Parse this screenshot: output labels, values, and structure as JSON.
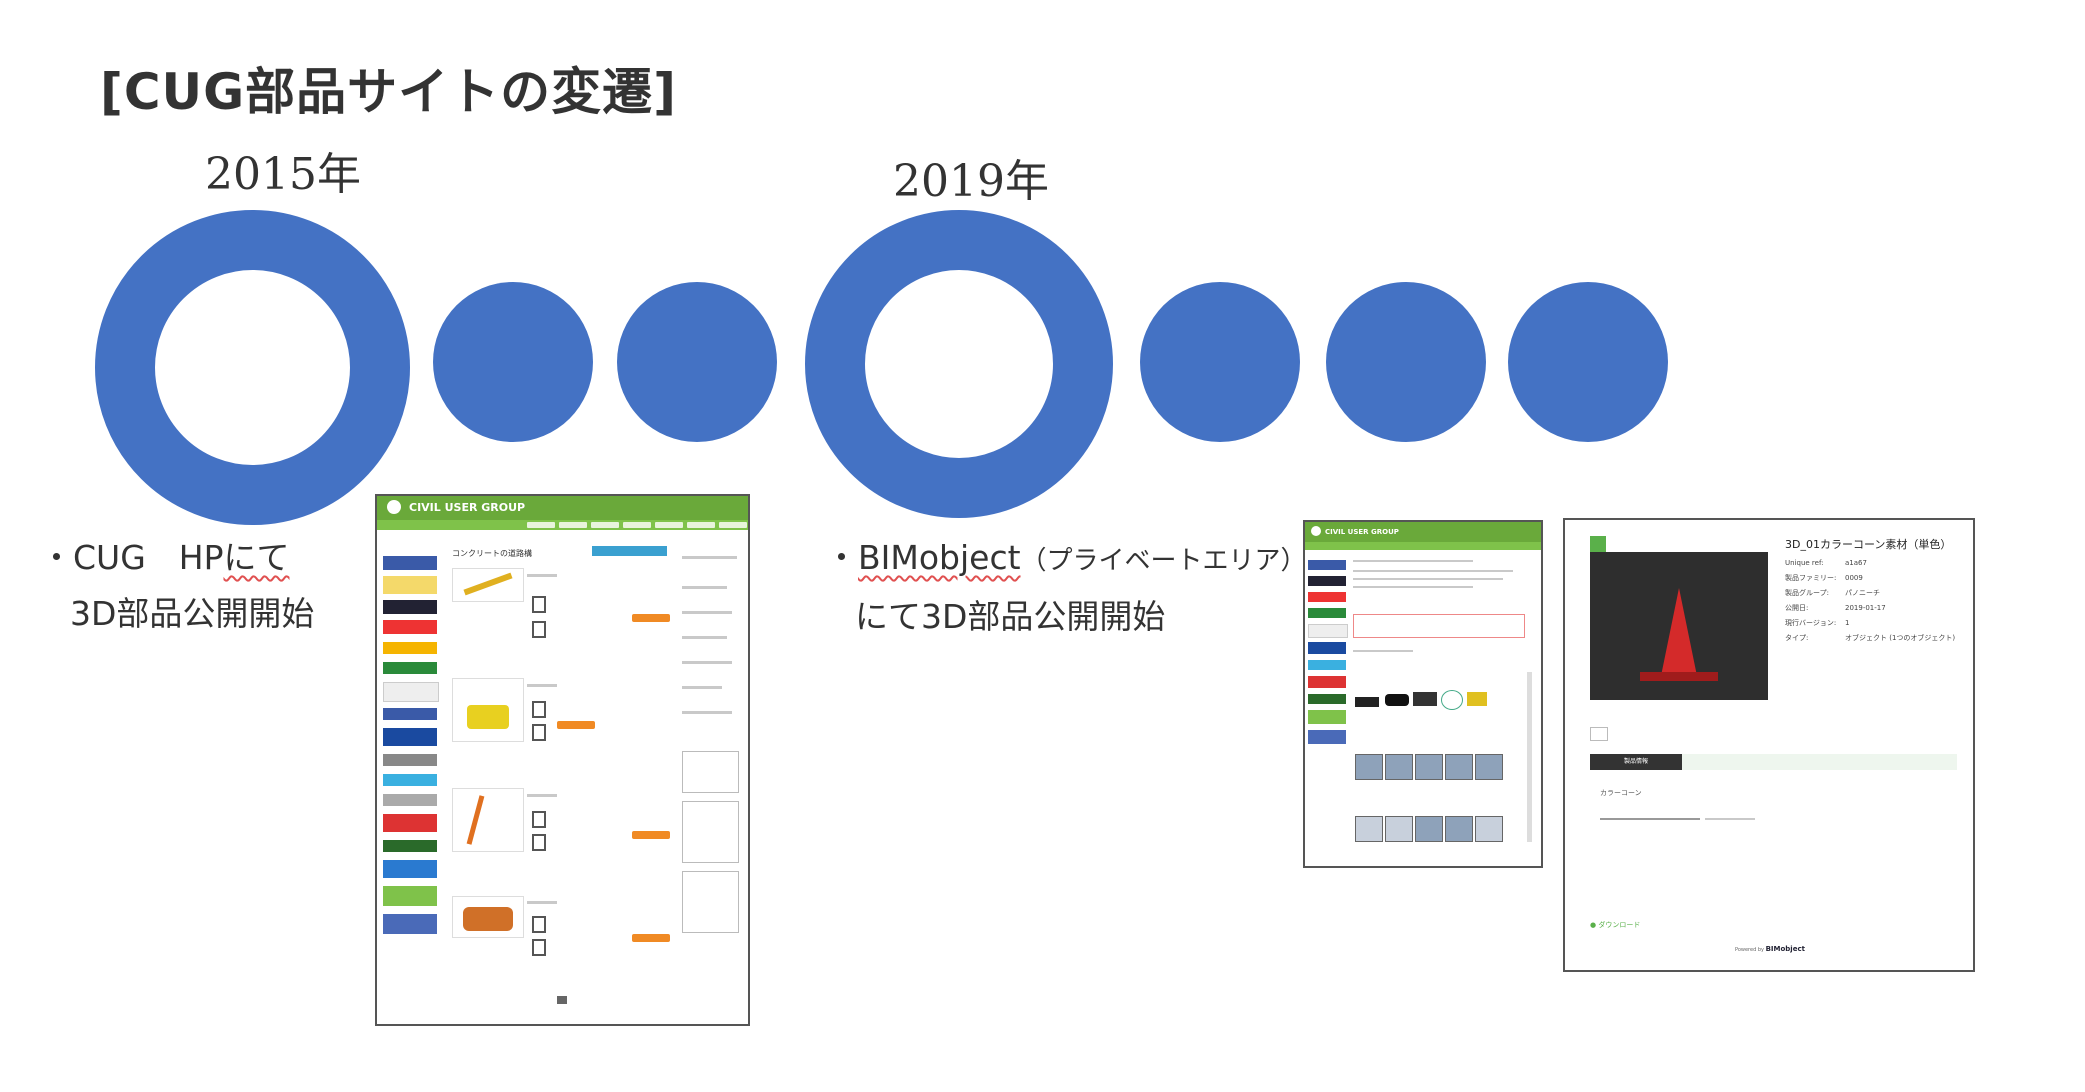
{
  "title": "[CUG部品サイトの変遷]",
  "timeline": {
    "year_2015": "2015年",
    "year_2019": "2019年",
    "caption_2015": {
      "bullet": "・",
      "part1": "CUG　HP",
      "part2": "にて",
      "line2": "3D部品公開開始"
    },
    "caption_2019": {
      "bullet": "・",
      "part1": "BIMobject",
      "part2": "（プライベートエリア）",
      "line2": "にて3D部品公開開始"
    }
  },
  "screenshot_cug": {
    "header": "CIVIL USER GROUP",
    "section_title": "コンクリートの道路構"
  },
  "screenshot_bim_list": {
    "header": "CIVIL USER GROUP"
  },
  "screenshot_bim_detail": {
    "object_title": "3D_01カラーコーン素材（単色）",
    "fields": [
      {
        "label": "Unique ref:",
        "value": "a1a67"
      },
      {
        "label": "製品ファミリー:",
        "value": "0009"
      },
      {
        "label": "製品グループ:",
        "value": "パノニーチ"
      },
      {
        "label": "公開日:",
        "value": "2019-01-17"
      },
      {
        "label": "現行バージョン:",
        "value": "1"
      },
      {
        "label": "タイプ:",
        "value": "オブジェクト (1つのオブジェクト)"
      }
    ],
    "tab_active": "製品情報",
    "section_label": "カラーコーン",
    "download_label": "ダウンロード",
    "powered_by": "Powered by",
    "brand": "BIMobject"
  },
  "colors": {
    "circle_blue": "#4472c4",
    "header_green": "#6aa93a",
    "cone_red": "#d42a2a"
  }
}
